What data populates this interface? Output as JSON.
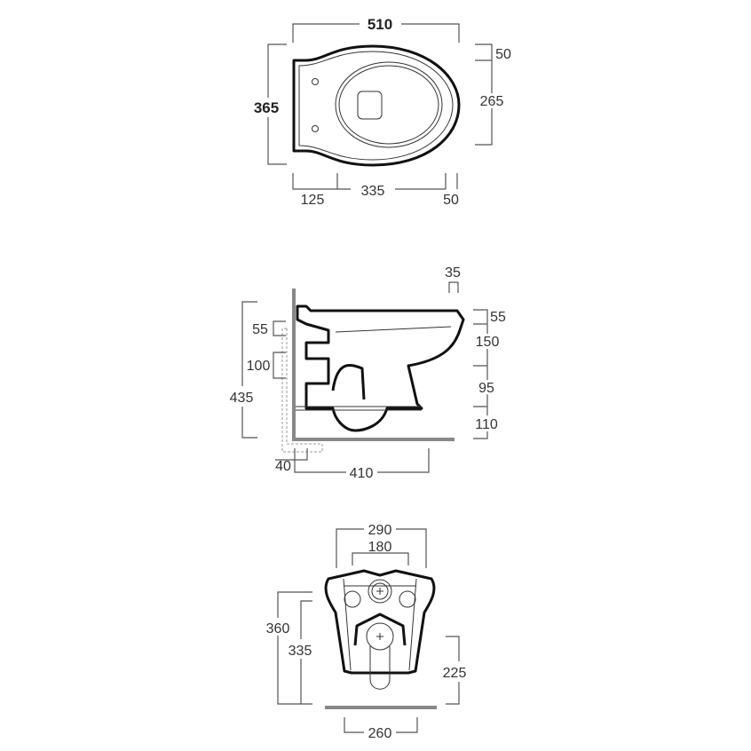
{
  "top_view": {
    "width_total": "510",
    "depth_total": "365",
    "right_top": "50",
    "right_main": "265",
    "bottom_left": "125",
    "bottom_mid": "335",
    "bottom_right": "50"
  },
  "side_view": {
    "top_overhang": "35",
    "right_1": "55",
    "right_2": "150",
    "right_3": "95",
    "right_4": "110",
    "height_total": "435",
    "left_1": "55",
    "left_2": "100",
    "bottom_left": "40",
    "projection": "410"
  },
  "front_view": {
    "width_outer": "290",
    "width_inner": "180",
    "height_1": "360",
    "height_2": "335",
    "height_3": "225",
    "base_width": "260"
  }
}
